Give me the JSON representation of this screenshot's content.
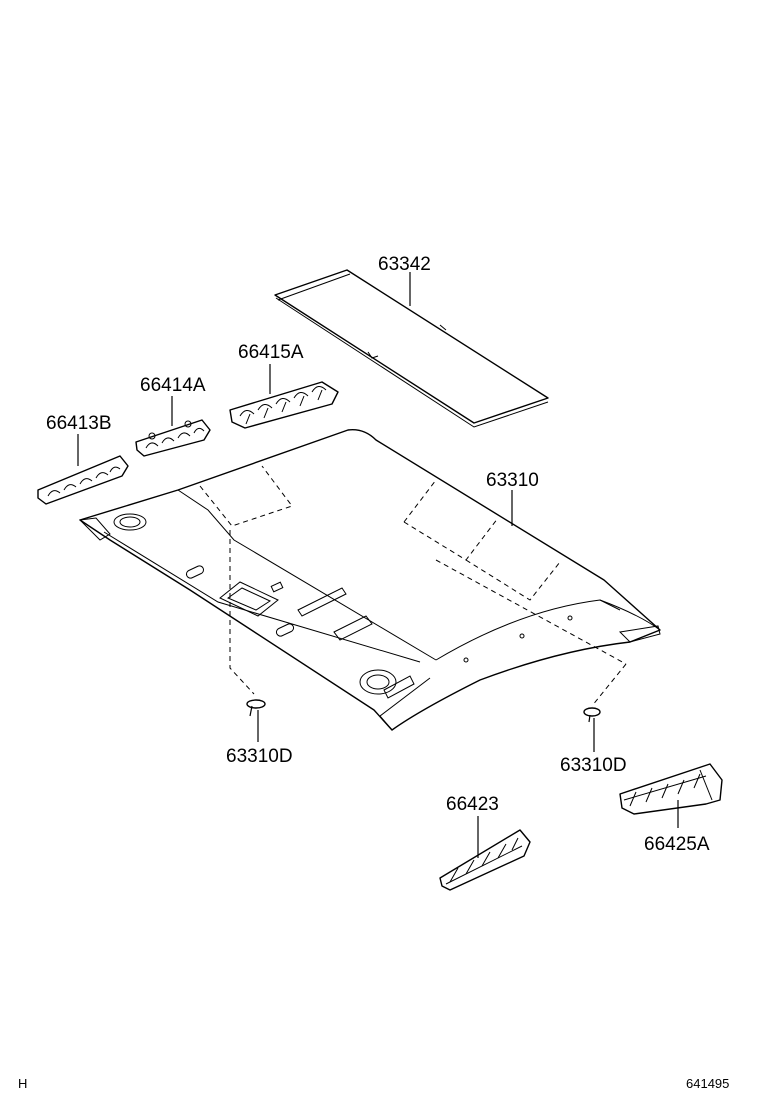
{
  "parts": [
    {
      "label": "63342"
    },
    {
      "label": "66415A"
    },
    {
      "label": "66414A"
    },
    {
      "label": "66413B"
    },
    {
      "label": "63310"
    },
    {
      "label": "63310D"
    },
    {
      "label": "63310D"
    },
    {
      "label": "66423"
    },
    {
      "label": "66425A"
    }
  ],
  "footer": {
    "left_code": "H",
    "right_code": "641495"
  }
}
